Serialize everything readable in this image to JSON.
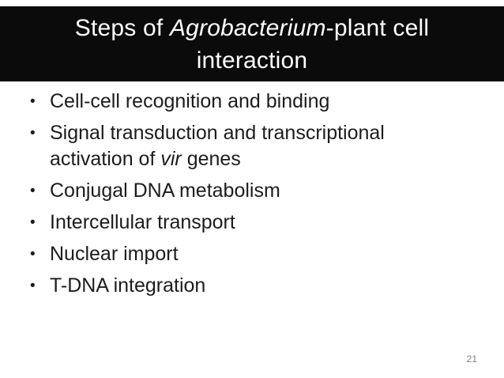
{
  "slide": {
    "bullet_char": "•",
    "title": {
      "pre": "Steps of ",
      "italic": "Agrobacterium",
      "post": "-plant cell interaction"
    },
    "bullets": [
      {
        "text": "Cell-cell recognition and binding"
      },
      {
        "pre": "Signal transduction and transcriptional activation of ",
        "italic": "vir",
        "post": " genes"
      },
      {
        "text": "Conjugal DNA metabolism"
      },
      {
        "text": "Intercellular transport"
      },
      {
        "text": "Nuclear import"
      },
      {
        "text": "T-DNA integration"
      }
    ],
    "page_number": "21",
    "colors": {
      "slide_bg": "#ffffff",
      "title_bg": "#0b0b0b",
      "title_text": "#ffffff",
      "body_text": "#1c1c1c",
      "page_number": "#7f7f7f"
    }
  }
}
